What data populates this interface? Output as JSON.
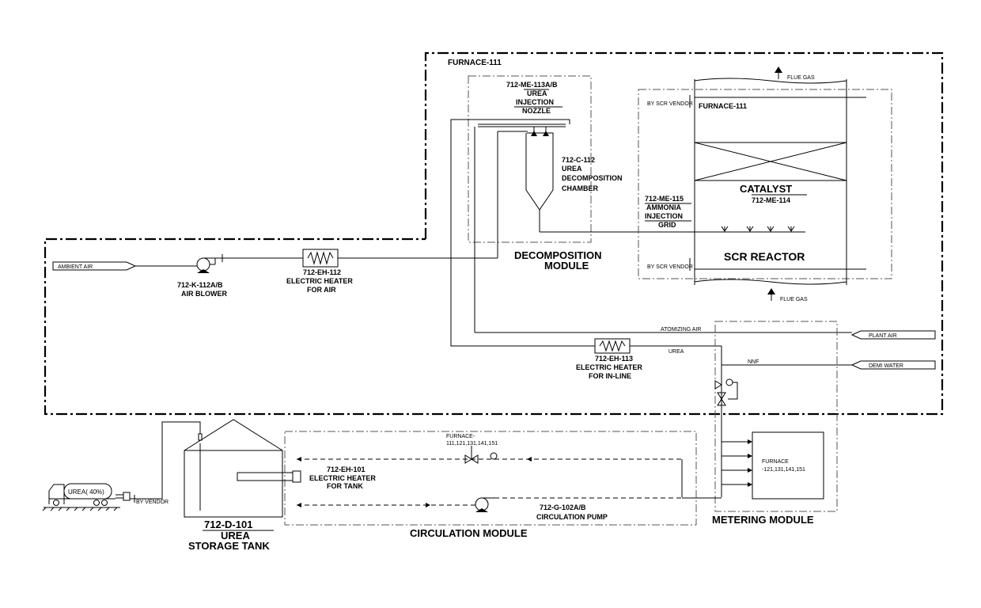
{
  "furnace_boundary": {
    "label": "FURNACE-111"
  },
  "nozzle": {
    "tag": "712-ME-113A/B",
    "line1": "UREA",
    "line2": "INJECTION",
    "line3": "NOZZLE"
  },
  "chamber": {
    "tag": "712-C-112",
    "line1": "UREA",
    "line2": "DECOMPOSITION",
    "line3": "CHAMBER"
  },
  "decomposition_module": {
    "line1": "DECOMPOSITION",
    "line2": "MODULE"
  },
  "reactor": {
    "flue_gas_top": "FLUE GAS",
    "flue_gas_bottom": "FLUE GAS",
    "vendor_top": "BY SCR VENDOR",
    "vendor_bottom": "BY SCR VENDOR",
    "furnace_label": "FURNACE-111",
    "catalyst": "CATALYST",
    "catalyst_tag": "712-ME-114",
    "title": "SCR REACTOR"
  },
  "grid": {
    "tag": "712-ME-115",
    "line1": "AMMONIA",
    "line2": "INJECTION",
    "line3": "GRID"
  },
  "ambient_air": "AMBIENT AIR",
  "blower": {
    "tag": "712-K-112A/B",
    "name": "AIR BLOWER"
  },
  "heater_air": {
    "tag": "712-EH-112",
    "line1": "ELECTRIC HEATER",
    "line2": "FOR AIR"
  },
  "lines": {
    "atomizing_air": "ATOMIZING AIR",
    "urea": "UREA",
    "nnf": "NNF"
  },
  "plant_air": "PLANT AIR",
  "demi_water": "DEMI WATER",
  "heater_inline": {
    "tag": "712-EH-113",
    "line1": "ELECTRIC HEATER",
    "line2": "FOR IN-LINE"
  },
  "tank": {
    "tag": "712-D-101",
    "line1": "UREA",
    "line2": "STORAGE TANK"
  },
  "truck": {
    "label": "UREA( 40%)",
    "vendor": "BY VENDOR"
  },
  "heater_tank": {
    "tag": "712-EH-101",
    "line1": "ELECTRIC HEATER",
    "line2": "FOR TANK"
  },
  "recirc": {
    "line1": "FURNACE-",
    "line2": "111,121,131,141,151"
  },
  "pump": {
    "tag": "712-G-102A/B",
    "name": "CIRCULATION PUMP"
  },
  "circulation_module": "CIRCULATION MODULE",
  "metering_module": "METERING MODULE",
  "furnace_box": {
    "line1": "FURNACE",
    "line2": "-121,131,141,151"
  }
}
